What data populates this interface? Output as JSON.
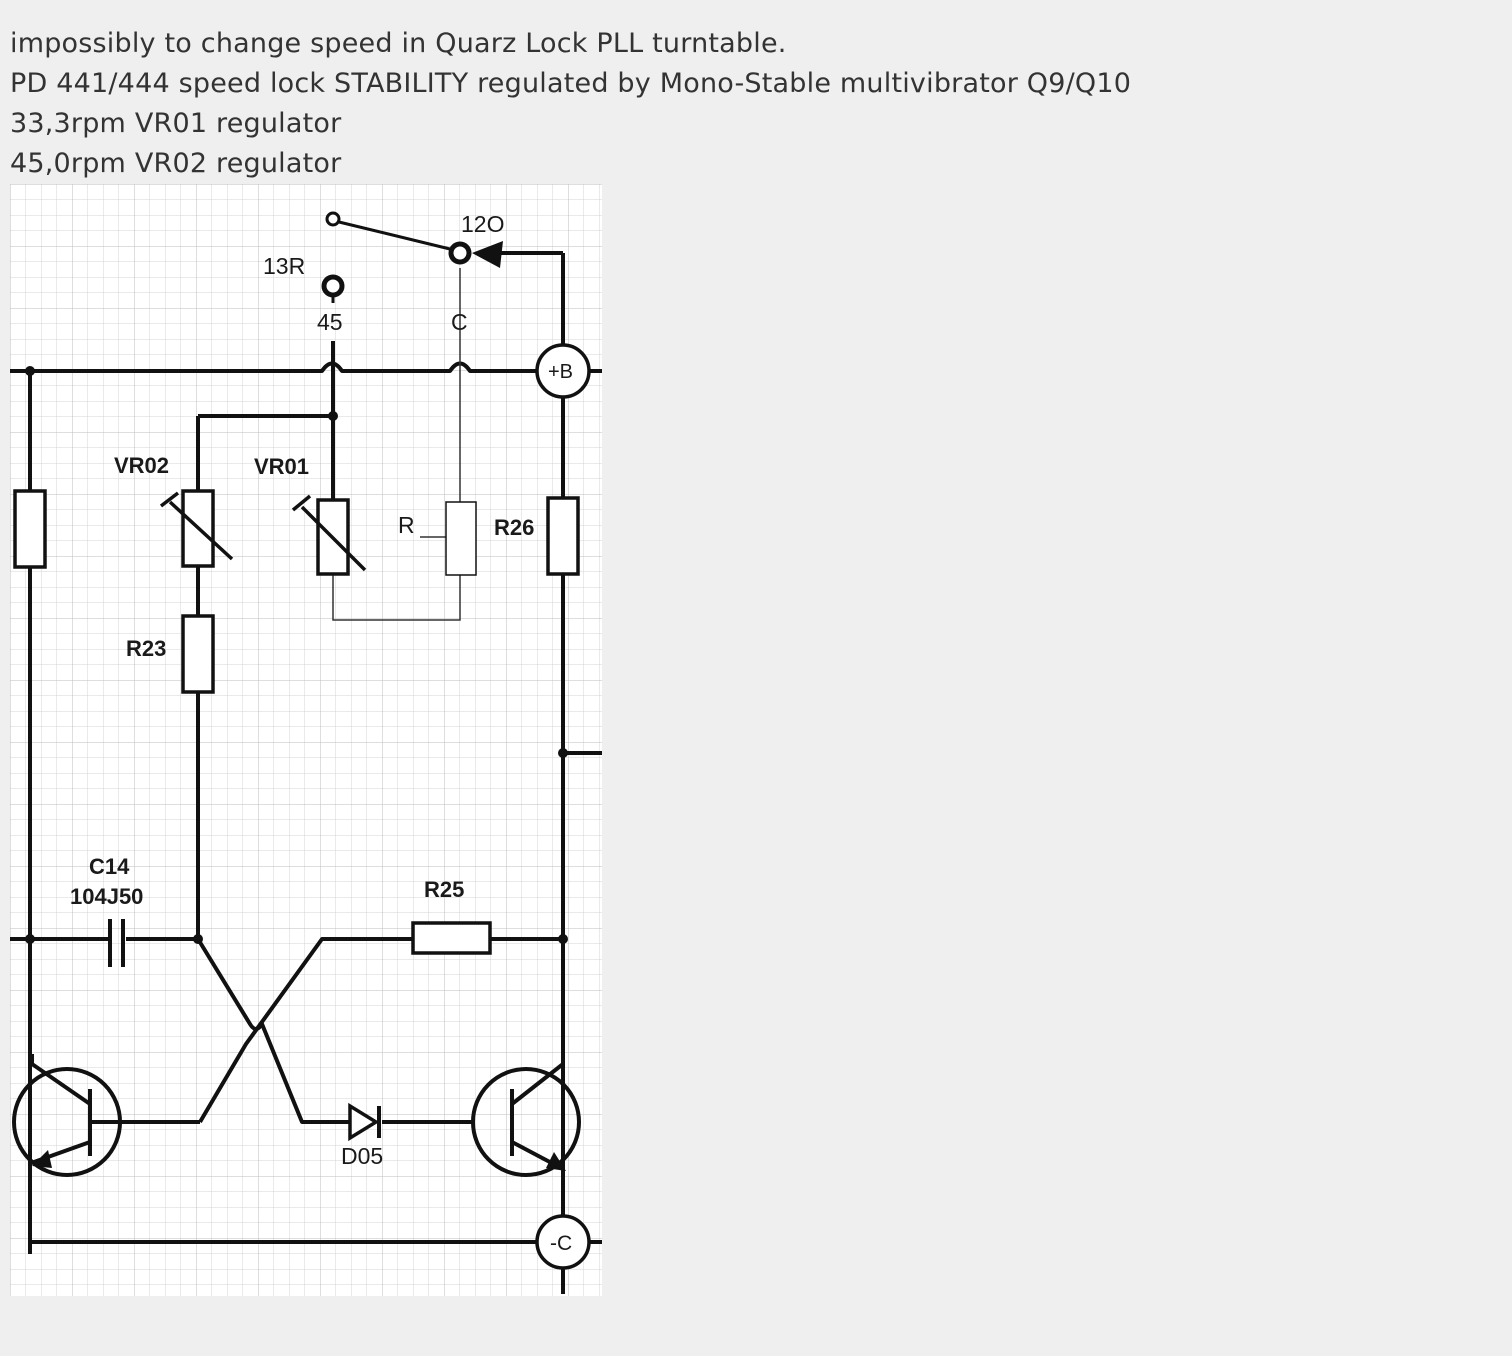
{
  "caption": {
    "lines": [
      "impossibly to change speed in Quarz Lock PLL turntable.",
      "PD 441/444 speed lock STABILITY regulated by Mono-Stable multivibrator Q9/Q10",
      "33,3rpm VR01 regulator",
      "45,0rpm VR02 regulator"
    ]
  },
  "schematic": {
    "labels": {
      "sw_120": "12O",
      "sw_13r": "13R",
      "pos_45": "45",
      "pos_c": "C",
      "plus_b": "+B",
      "minus_c": "-C",
      "vr02": "VR02",
      "vr01": "VR01",
      "r": "R",
      "r26": "R26",
      "r23": "R23",
      "c14": "C14",
      "c14_value": "104J50",
      "r25": "R25",
      "d05": "D05"
    }
  }
}
